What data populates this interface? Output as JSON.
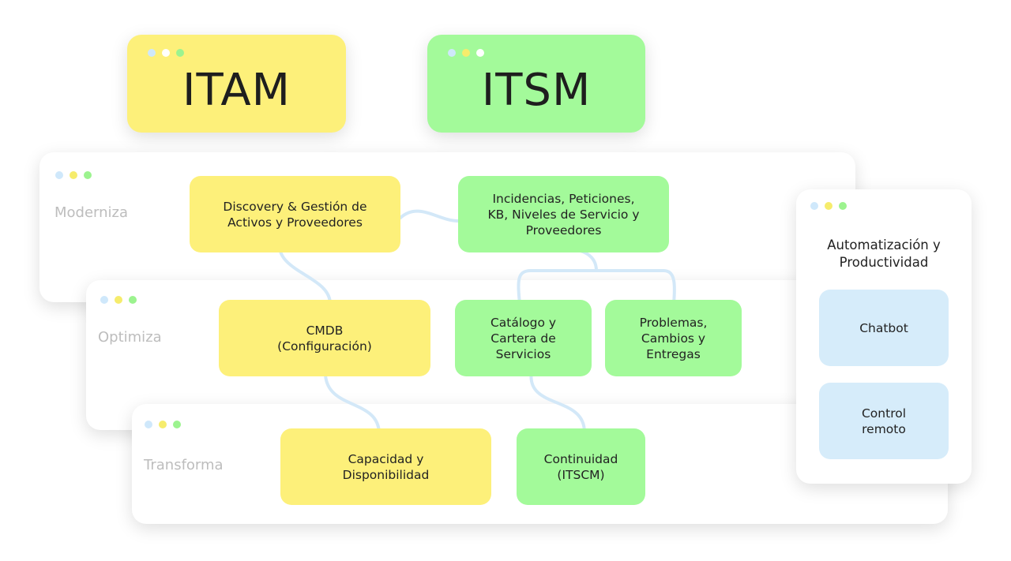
{
  "colors": {
    "yellow": "#fdf07a",
    "green": "#a3fa9a",
    "blue": "#d6ecfa",
    "dot_blue": "#cfe8fb",
    "dot_yellow": "#f6ec6c",
    "dot_green": "#9cf38f",
    "dot_white": "#ffffff",
    "link": "#d3e8f8"
  },
  "headers": {
    "itam": "ITAM",
    "itsm": "ITSM"
  },
  "layers": {
    "moderniza": "Moderniza",
    "optimiza": "Optimiza",
    "transforma": "Transforma"
  },
  "nodes": {
    "discovery": "Discovery & Gestión de\nActivos y Proveedores",
    "incidencias": "Incidencias, Peticiones,\nKB, Niveles de Servicio y\nProveedores",
    "cmdb": "CMDB\n(Configuración)",
    "catalogo": "Catálogo y\nCartera de\nServicios",
    "problemas": "Problemas,\nCambios y\nEntregas",
    "capacidad": "Capacidad y\nDisponibilidad",
    "continuidad": "Continuidad\n(ITSCM)"
  },
  "automation": {
    "title": "Automatización y\nProductividad",
    "chatbot": "Chatbot",
    "control": "Control\nremoto"
  }
}
